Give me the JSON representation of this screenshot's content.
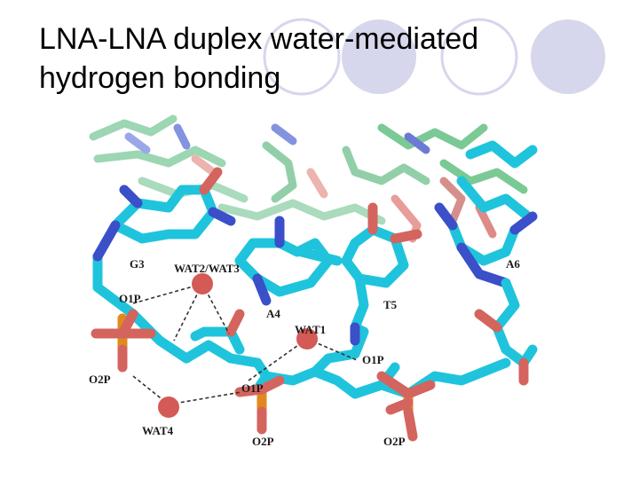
{
  "slide": {
    "title_line1": "LNA-LNA duplex water-mediated",
    "title_line2": "hydrogen bonding"
  },
  "figure": {
    "colors": {
      "background": "#ffffff",
      "cyan_carbon": "#1fc4dc",
      "green_carbon": "#4fb872",
      "nitrogen": "#3a4fc8",
      "oxygen": "#d4645e",
      "phosphorus": "#e08a1e",
      "water": "#d45a55"
    },
    "labels": {
      "G3": "G3",
      "WAT2_WAT3": "WAT2/WAT3",
      "A4": "A4",
      "T5": "T5",
      "A6": "A6",
      "WAT1": "WAT1",
      "WAT4": "WAT4",
      "O1P_left": "O1P",
      "O2P_left": "O2P",
      "O1P_center": "O1P",
      "O1P_right": "O1P",
      "O2P_bottom_center": "O2P",
      "O2P_bottom_right": "O2P"
    }
  }
}
